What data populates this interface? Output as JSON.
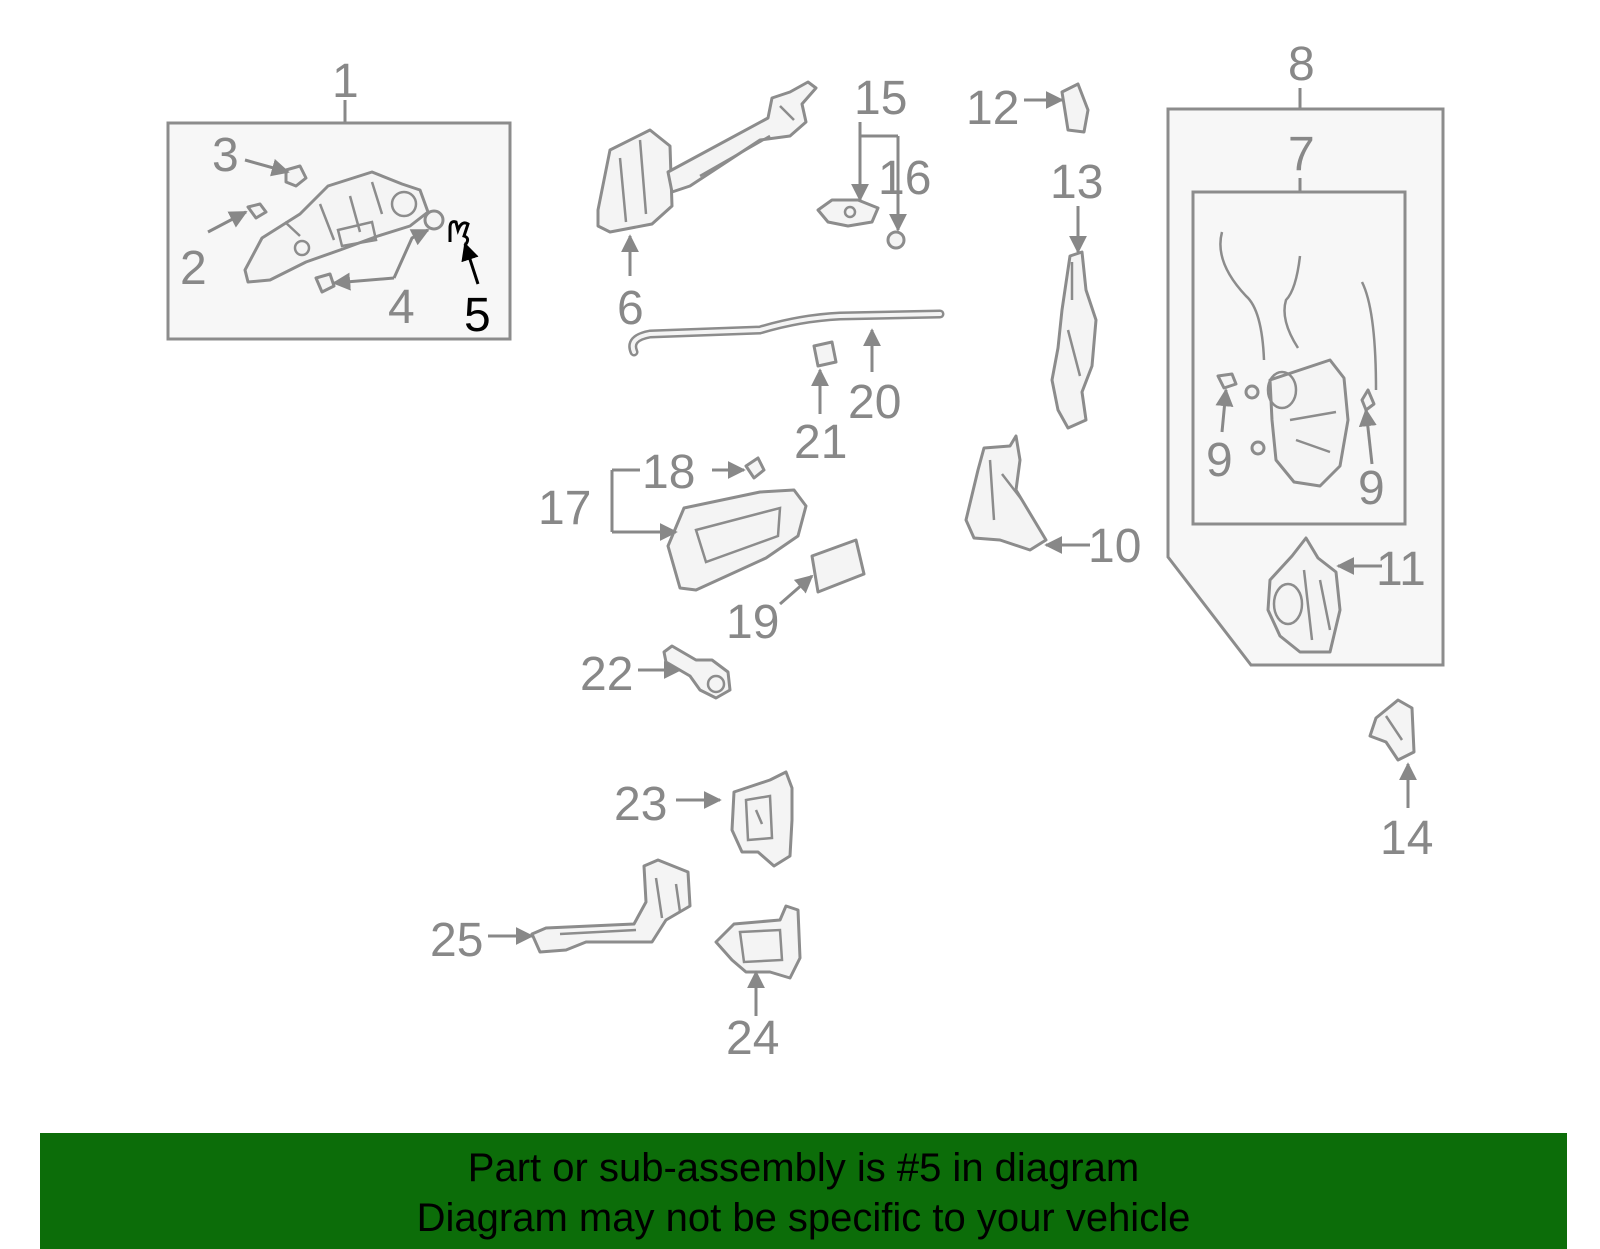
{
  "diagram": {
    "highlighted_part": "5",
    "callouts": {
      "c1": "1",
      "c2": "2",
      "c3": "3",
      "c4": "4",
      "c5": "5",
      "c6": "6",
      "c7": "7",
      "c8": "8",
      "c9a": "9",
      "c9b": "9",
      "c10": "10",
      "c11": "11",
      "c12": "12",
      "c13": "13",
      "c14": "14",
      "c15": "15",
      "c16": "16",
      "c17": "17",
      "c18": "18",
      "c19": "19",
      "c20": "20",
      "c21": "21",
      "c22": "22",
      "c23": "23",
      "c24": "24",
      "c25": "25"
    }
  },
  "banner": {
    "line1": "Part or sub-assembly is #5 in diagram",
    "line2": "Diagram may not be specific to your vehicle",
    "background_color": "#0c6d09",
    "text_color": "#000000"
  }
}
